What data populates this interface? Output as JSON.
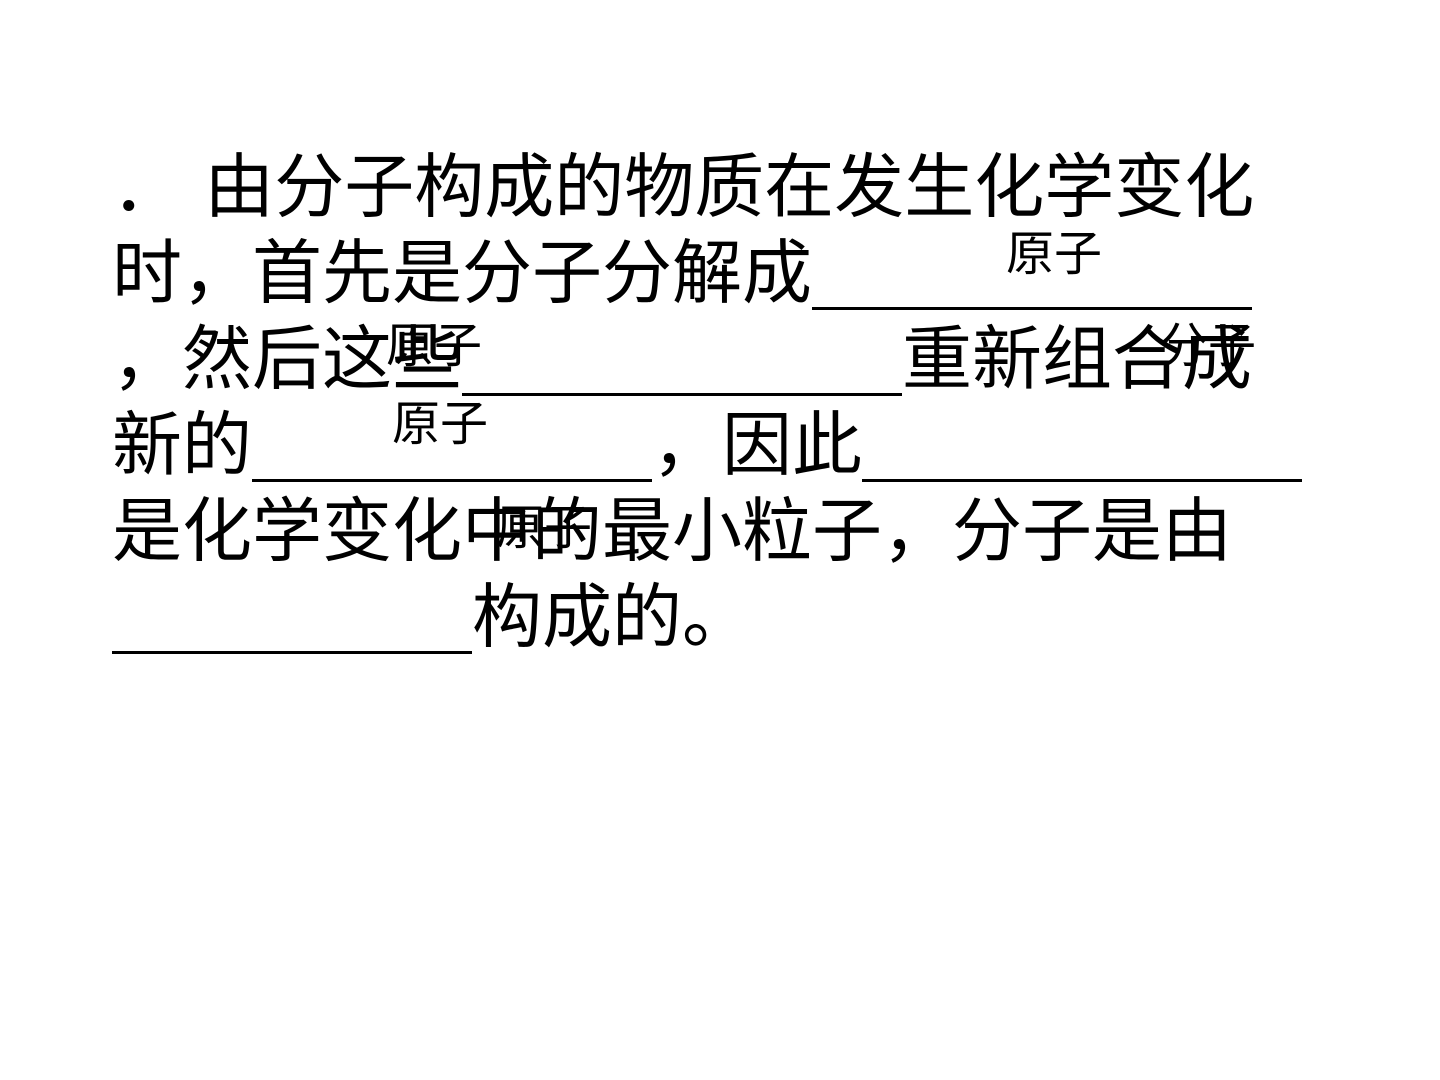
{
  "slide": {
    "line1": {
      "text": "． 由分子构成的物质在发生化学变化"
    },
    "line2": {
      "text": "时，首先是分子分解成"
    },
    "line3": {
      "text_a": "，然后这些",
      "text_b": "重新组合成"
    },
    "line4": {
      "text_a": "新的",
      "text_b": "，因此"
    },
    "line5": {
      "text": "是化学变化中的最小粒子，分子是由"
    },
    "line6": {
      "text": "构成的。"
    },
    "answers": {
      "a1": "原子",
      "a2": "原子",
      "a3": "分子",
      "a4": "原子",
      "a5": "原子"
    }
  }
}
